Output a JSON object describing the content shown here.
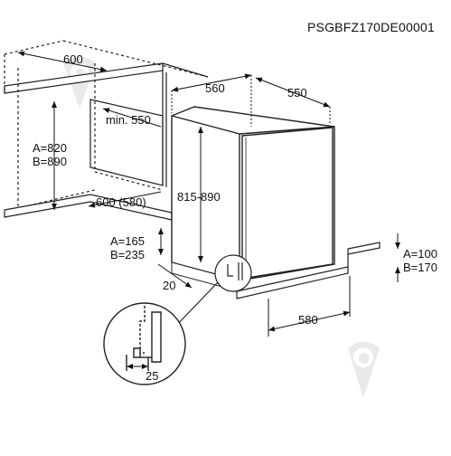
{
  "document_code": "PSGBFZ170DE00001",
  "labels": {
    "niche_width": "600",
    "appliance_width": "560",
    "appliance_depth": "550",
    "niche_min_depth": "min. 550",
    "niche_height_a": "A=820",
    "niche_height_b": "B=890",
    "appliance_height": "815-890",
    "niche_depth_bottom": "600 (580)",
    "plinth_height_a": "A=165",
    "plinth_height_b": "B=235",
    "side_offset": "20",
    "front_height_a": "A=100",
    "front_height_b": "B=170",
    "front_width": "580",
    "detail_offset": "25"
  }
}
